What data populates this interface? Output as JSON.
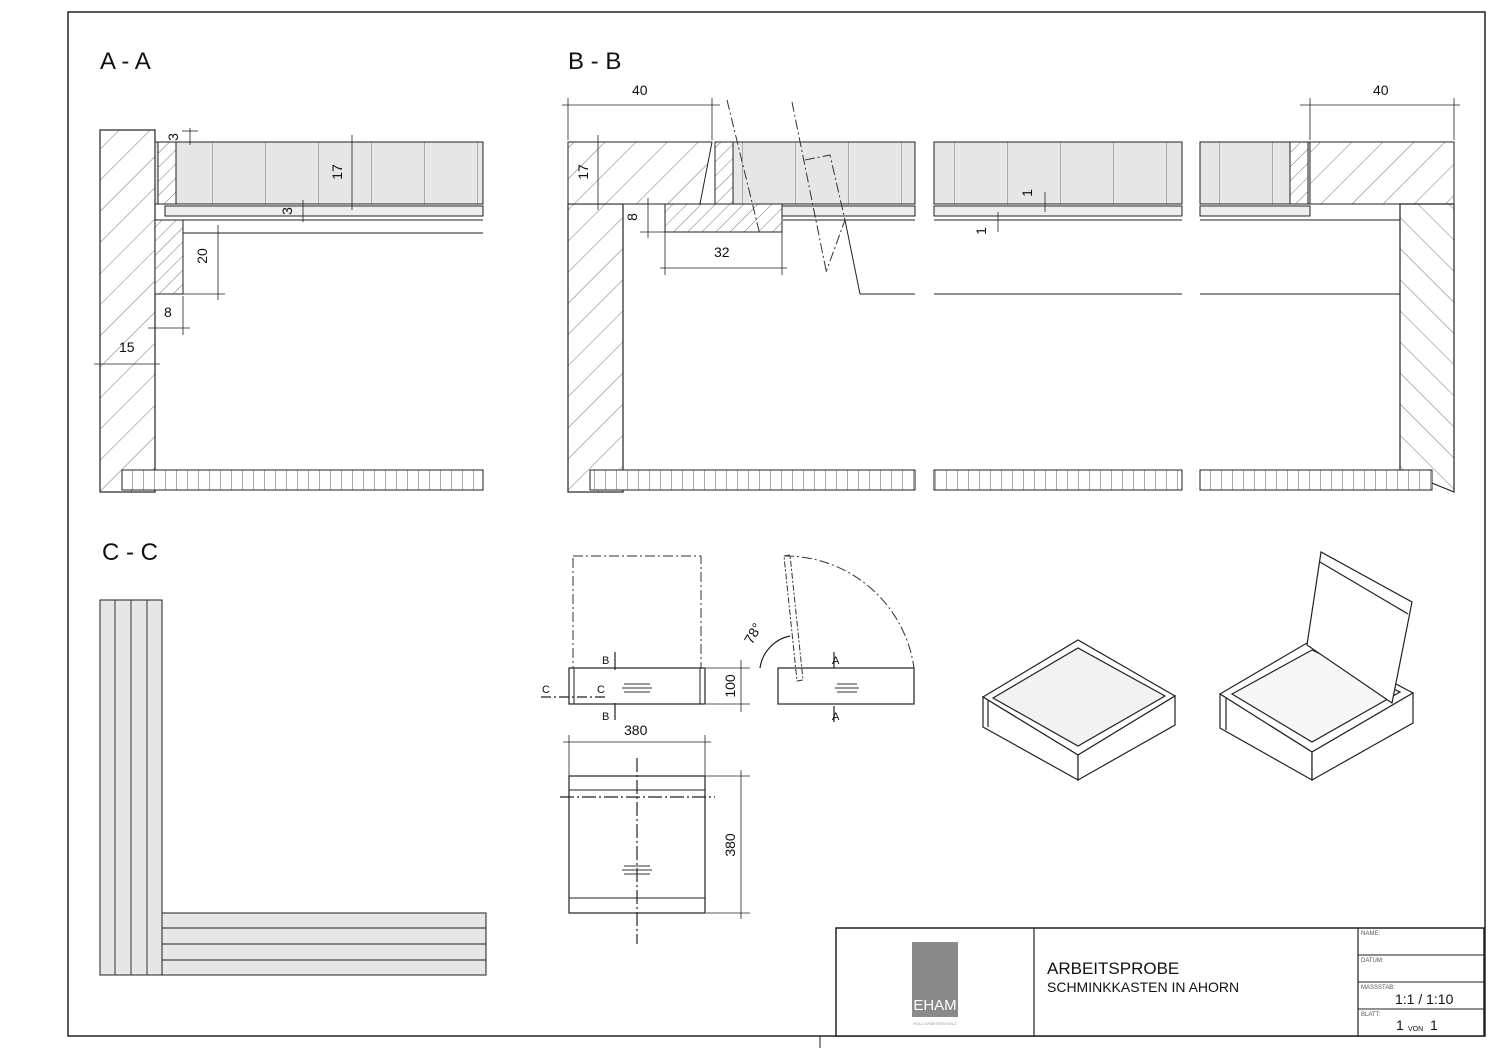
{
  "sections": {
    "aa_title": "A - A",
    "bb_title": "B - B",
    "cc_title": "C - C"
  },
  "dimensions": {
    "aa": [
      "3",
      "17",
      "3",
      "20",
      "8",
      "15"
    ],
    "bb": [
      "40",
      "40",
      "17",
      "8",
      "32",
      "1",
      "1"
    ],
    "overview": [
      "100",
      "380",
      "380",
      "78°"
    ]
  },
  "markers": {
    "b": "B",
    "c": "C",
    "a": "A"
  },
  "title_block": {
    "title": "ARBEITSPROBE",
    "subtitle": "SCHMINKKASTEN IN AHORN",
    "name_label": "NAME:",
    "datum_label": "DATUM:",
    "massstab_label": "MASSSTAB:",
    "massstab_value": "1:1 / 1:10",
    "blatt_label": "BLATT:",
    "blatt_value": "1",
    "von_label": "VON",
    "von_value": "1",
    "logo_text": "EHAM",
    "logo_sub": "HOLZ ARBEITEN HOLZ"
  },
  "colors": {
    "line": "#222222",
    "fill_gray": "#e6e6e6",
    "logo_gray": "#8a8a8a"
  }
}
